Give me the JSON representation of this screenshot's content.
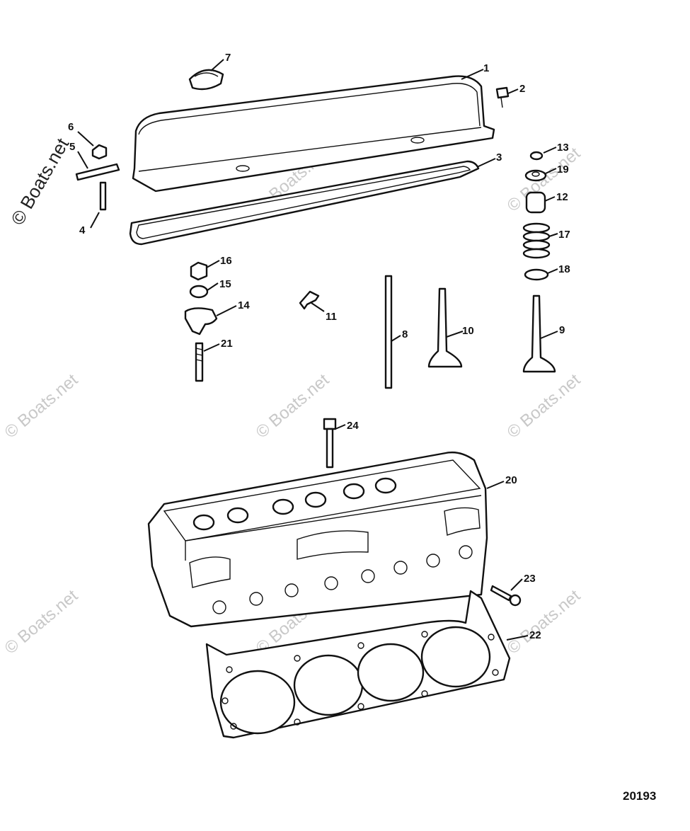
{
  "watermark": {
    "side_text": "© Boats.net",
    "tile_text": "© Boats.net"
  },
  "figure_number": "20193",
  "callouts": [
    {
      "id": "1",
      "label": "1"
    },
    {
      "id": "2",
      "label": "2"
    },
    {
      "id": "3",
      "label": "3"
    },
    {
      "id": "4",
      "label": "4"
    },
    {
      "id": "5",
      "label": "5"
    },
    {
      "id": "6",
      "label": "6"
    },
    {
      "id": "7",
      "label": "7"
    },
    {
      "id": "8",
      "label": "8"
    },
    {
      "id": "9",
      "label": "9"
    },
    {
      "id": "10",
      "label": "10"
    },
    {
      "id": "11",
      "label": "11"
    },
    {
      "id": "12",
      "label": "12"
    },
    {
      "id": "13",
      "label": "13"
    },
    {
      "id": "14",
      "label": "14"
    },
    {
      "id": "15",
      "label": "15"
    },
    {
      "id": "16",
      "label": "16"
    },
    {
      "id": "17",
      "label": "17"
    },
    {
      "id": "18",
      "label": "18"
    },
    {
      "id": "19",
      "label": "19"
    },
    {
      "id": "20",
      "label": "20"
    },
    {
      "id": "21",
      "label": "21"
    },
    {
      "id": "22",
      "label": "22"
    },
    {
      "id": "23",
      "label": "23"
    },
    {
      "id": "24",
      "label": "24"
    }
  ],
  "colors": {
    "line": "#111111",
    "watermark": "#c8c8c8",
    "background": "#ffffff"
  }
}
